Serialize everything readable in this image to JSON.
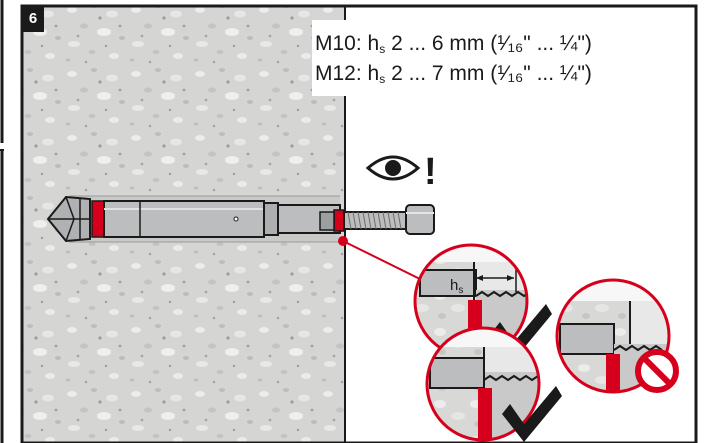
{
  "step": {
    "number": "6"
  },
  "specs": [
    {
      "size": "M10:",
      "symbol": "h",
      "subscript": "s",
      "range": "2 ... 6 mm (¹⁄₁₆\" ... ¼\")"
    },
    {
      "size": "M12:",
      "symbol": "h",
      "subscript": "s",
      "range": "2 ... 7 mm (¹⁄₁₆\" ... ¼\")"
    }
  ],
  "inspect": {
    "exclamation": "!"
  },
  "detail": {
    "dimension_label": "h",
    "dimension_subscript": "s"
  },
  "icons": {
    "eye": "eye-icon",
    "check_1": "checkmark-icon",
    "check_2": "checkmark-icon",
    "prohibit": "prohibited-icon"
  },
  "colors": {
    "concrete": "#d7d7d5",
    "sleeve": "#bcbdbe",
    "red": "#d6001c",
    "outline": "#1a1a1a"
  }
}
